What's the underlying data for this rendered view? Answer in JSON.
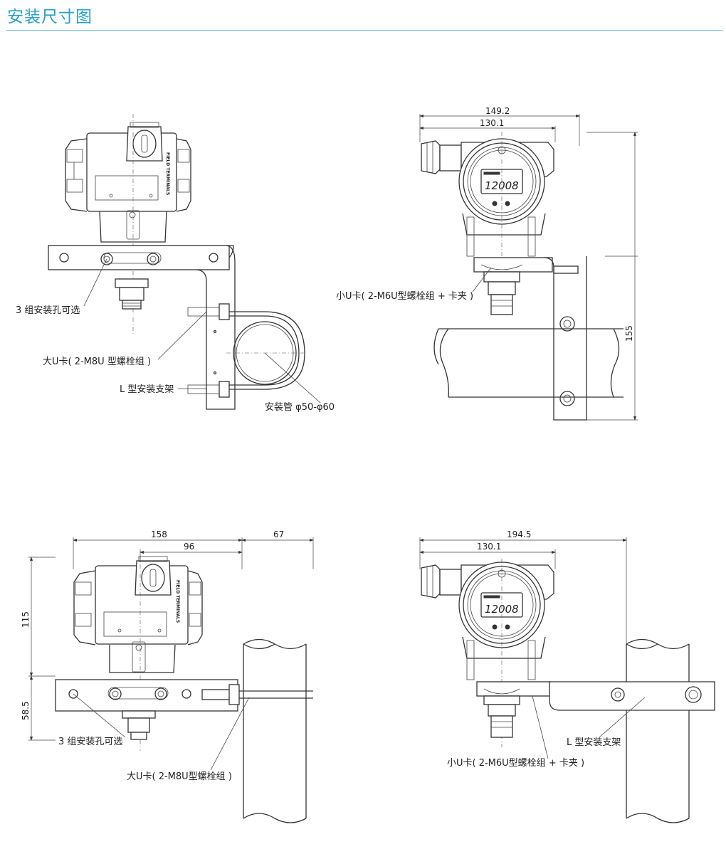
{
  "header": {
    "title": "安装尺寸图"
  },
  "view1": {
    "label_holes": "3 组安装孔可选",
    "label_big_u": "大U卡( 2-M8U 型螺栓组 )",
    "label_bracket": "L 型安装支架",
    "label_pipe": "安装管 φ50-φ60",
    "housing_text": "FIELD TERMINALS"
  },
  "view2": {
    "dim_overall": "149.2",
    "dim_body": "130.1",
    "dim_height": "155",
    "display_value": "12008",
    "label_small_u": "小U卡( 2-M6U型螺栓组 + 卡夹 )"
  },
  "view3": {
    "dim_width": "158",
    "dim_offset": "96",
    "dim_pipe": "67",
    "dim_upper": "115",
    "dim_lower": "58.5",
    "label_holes": "3 组安装孔可选",
    "label_big_u": "大U卡( 2-M8U型螺栓组 )",
    "housing_text": "FIELD TERMINALS"
  },
  "view4": {
    "dim_overall": "194.5",
    "dim_body": "130.1",
    "display_value": "12008",
    "label_bracket": "L 型安装支架",
    "label_small_u": "小U卡( 2-M6U型螺栓组 + 卡夹 )"
  }
}
